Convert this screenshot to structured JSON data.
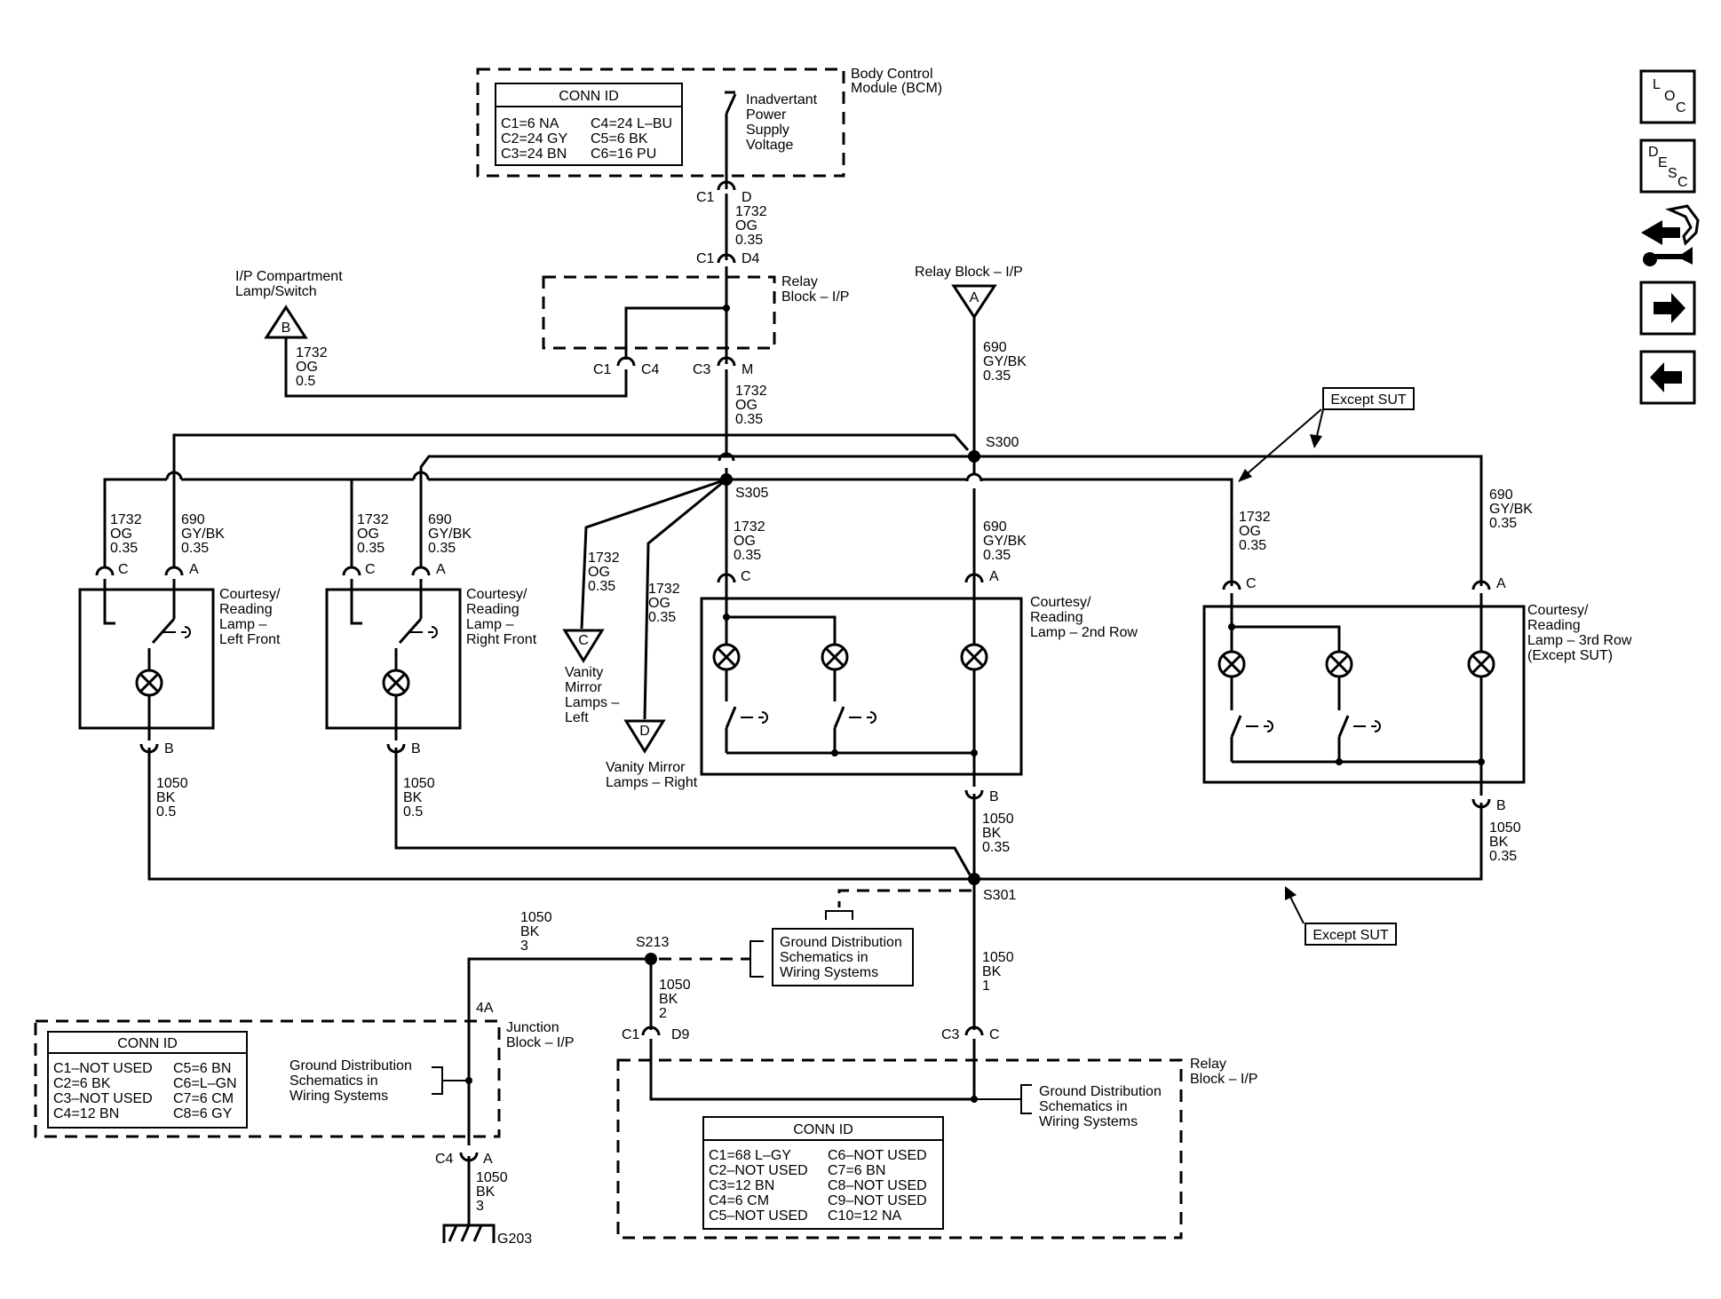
{
  "bcm": {
    "title_l1": "Body Control",
    "title_l2": "Module (BCM)",
    "conn_header": "CONN ID",
    "conn_rows": [
      [
        "C1=6 NA",
        "C4=24 L–BU"
      ],
      [
        "C2=24 GY",
        "C5=6 BK"
      ],
      [
        "C3=24 BN",
        "C6=16 PU"
      ]
    ],
    "switch_l1": "Inadvertant",
    "switch_l2": "Power",
    "switch_l3": "Supply",
    "switch_l4": "Voltage",
    "pin_c1": "C1",
    "pin_d": "D"
  },
  "relay_top": {
    "label_l1": "Relay",
    "label_l2": "Block – I/P",
    "in_c1": "C1",
    "in_d4": "D4",
    "out_c1": "C1",
    "out_c4": "C4",
    "out_c3": "C3",
    "out_m": "M"
  },
  "relay_b": {
    "label": "Relay Block – I/P",
    "letter": "A"
  },
  "ip_comp": {
    "l1": "I/P Compartment",
    "l2": "Lamp/Switch",
    "letter": "B"
  },
  "wires": {
    "og_1732": "1732",
    "og": "OG",
    "og_035": "0.35",
    "og_05": "0.5",
    "gybk_690": "690",
    "gybk": "GY/BK",
    "gybk_035": "0.35",
    "bk_1050": "1050",
    "bk": "BK",
    "bk_05": "0.5",
    "bk_035": "0.35",
    "bk_1": "1",
    "bk_2": "2",
    "bk_3": "3"
  },
  "splices": {
    "s300": "S300",
    "s305": "S305",
    "s301": "S301",
    "s213": "S213"
  },
  "lamps": {
    "lf_l1": "Courtesy/",
    "lf_l2": "Reading",
    "lf_l3": "Lamp –",
    "lf_l4": "Left Front",
    "rf_l1": "Courtesy/",
    "rf_l2": "Reading",
    "rf_l3": "Lamp –",
    "rf_l4": "Right Front",
    "r2_l1": "Courtesy/",
    "r2_l2": "Reading",
    "r2_l3": "Lamp – 2nd Row",
    "r3_l1": "Courtesy/",
    "r3_l2": "Reading",
    "r3_l3": "Lamp – 3rd Row",
    "r3_l4": "(Except SUT)",
    "pin_a": "A",
    "pin_b": "B",
    "pin_c": "C"
  },
  "vanity": {
    "left_letter": "C",
    "left_l1": "Vanity",
    "left_l2": "Mirror",
    "left_l3": "Lamps –",
    "left_l4": "Left",
    "right_letter": "D",
    "right_l1": "Vanity Mirror",
    "right_l2": "Lamps – Right"
  },
  "except_sut": {
    "top": "Except SUT",
    "bottom": "Except SUT"
  },
  "ground": {
    "gd_l1": "Ground Distribution",
    "gd_l2": "Schematics in",
    "gd_l3": "Wiring Systems",
    "junction_l1": "Junction",
    "junction_l2": "Block – I/P",
    "pin_4a": "4A",
    "pin_c4": "C4",
    "pin_a": "A",
    "ground_id": "G203",
    "relay_l1": "Relay",
    "relay_l2": "Block – I/P",
    "pin_c1": "C1",
    "pin_d9": "D9",
    "pin_c3": "C3",
    "pin_c": "C"
  },
  "junction_conn": {
    "header": "CONN ID",
    "rows": [
      [
        "C1–NOT USED",
        "C5=6 BN"
      ],
      [
        "C2=6 BK",
        "C6=L–GN"
      ],
      [
        "C3–NOT USED",
        "C7=6 CM"
      ],
      [
        "C4=12 BN",
        "C8=6 GY"
      ]
    ]
  },
  "relay_conn": {
    "header": "CONN ID",
    "rows": [
      [
        "C1=68 L–GY",
        "C6–NOT USED"
      ],
      [
        "C2–NOT USED",
        "C7=6 BN"
      ],
      [
        "C3=12 BN",
        "C8–NOT USED"
      ],
      [
        "C4=6 CM",
        "C9–NOT USED"
      ],
      [
        "C5–NOT USED",
        "C10=12 NA"
      ]
    ]
  },
  "nav": {
    "loc_l": "L",
    "loc_o": "O",
    "loc_c": "C",
    "desc_d": "D",
    "desc_e": "E",
    "desc_s": "S",
    "desc_c": "C",
    "icons": [
      "loc-icon",
      "desc-icon",
      "connector-tool-icon",
      "arrow-right-icon",
      "arrow-left-icon"
    ]
  }
}
